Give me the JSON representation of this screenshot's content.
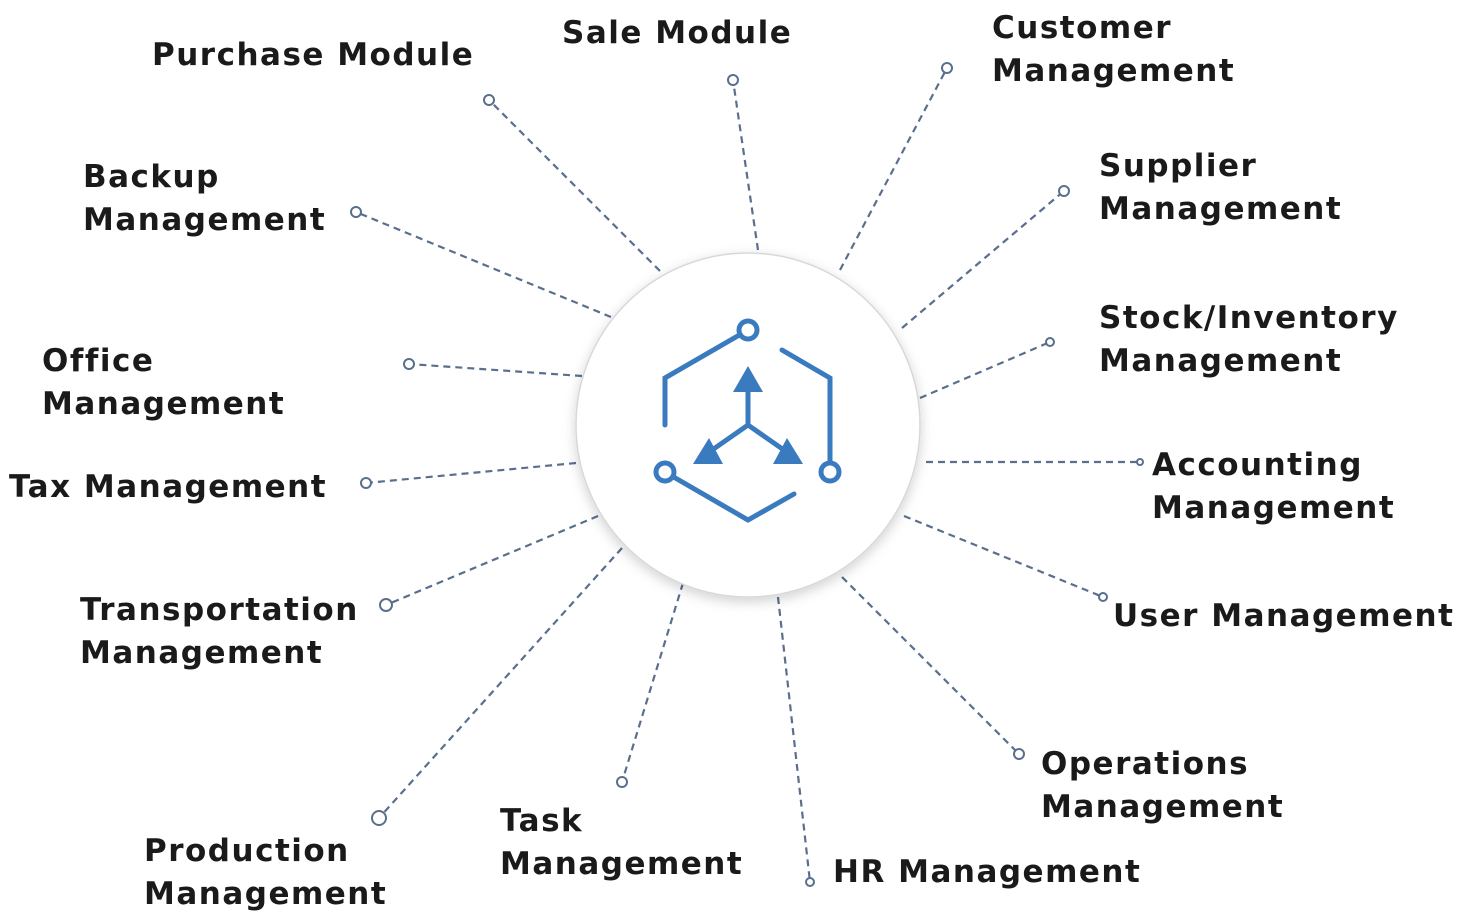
{
  "modules": [
    {
      "id": "purchase",
      "lines": [
        "Purchase Module"
      ]
    },
    {
      "id": "sale",
      "lines": [
        "Sale Module"
      ]
    },
    {
      "id": "customer",
      "lines": [
        "Customer",
        "Management"
      ]
    },
    {
      "id": "supplier",
      "lines": [
        "Supplier",
        "Management"
      ]
    },
    {
      "id": "stock",
      "lines": [
        "Stock/Inventory",
        "Management"
      ]
    },
    {
      "id": "accounting",
      "lines": [
        "Accounting",
        "Management"
      ]
    },
    {
      "id": "user",
      "lines": [
        "User Management"
      ]
    },
    {
      "id": "operations",
      "lines": [
        "Operations",
        "Management"
      ]
    },
    {
      "id": "hr",
      "lines": [
        "HR Management"
      ]
    },
    {
      "id": "task",
      "lines": [
        "Task",
        "Management"
      ]
    },
    {
      "id": "production",
      "lines": [
        "Production",
        "Management"
      ]
    },
    {
      "id": "transportation",
      "lines": [
        "Transportation",
        "Management"
      ]
    },
    {
      "id": "tax",
      "lines": [
        "Tax Management"
      ]
    },
    {
      "id": "office",
      "lines": [
        "Office",
        "Management"
      ]
    },
    {
      "id": "backup",
      "lines": [
        "Backup",
        "Management"
      ]
    }
  ],
  "colors": {
    "accent": "#3a7bbf",
    "connector": "#5a6f8e",
    "text": "#1a1a1a"
  },
  "hub_icon": "hexagon-arrows-icon"
}
